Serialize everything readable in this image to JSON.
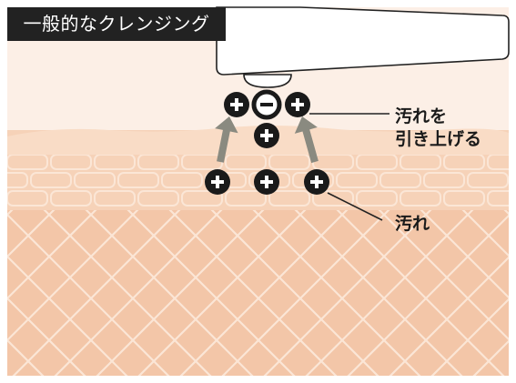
{
  "title": "一般的なクレンジング",
  "labels": {
    "lift_line1": "汚れを",
    "lift_line2": "引き上げる",
    "dirt": "汚れ"
  },
  "symbols": {
    "positive": "+",
    "negative": "−"
  },
  "colors": {
    "background": "#ffffff",
    "dermis": "#f3c6a8",
    "epidermis": "#f6d2b8",
    "top_layer": "#f9dcc6",
    "skin_lines": "#fbe6d6",
    "device": "#ffffff",
    "device_outline": "#222222",
    "particle_fill": "#1a1a1a",
    "arrow": "#8a8a80",
    "title_bg": "#222222",
    "title_text": "#ffffff"
  }
}
